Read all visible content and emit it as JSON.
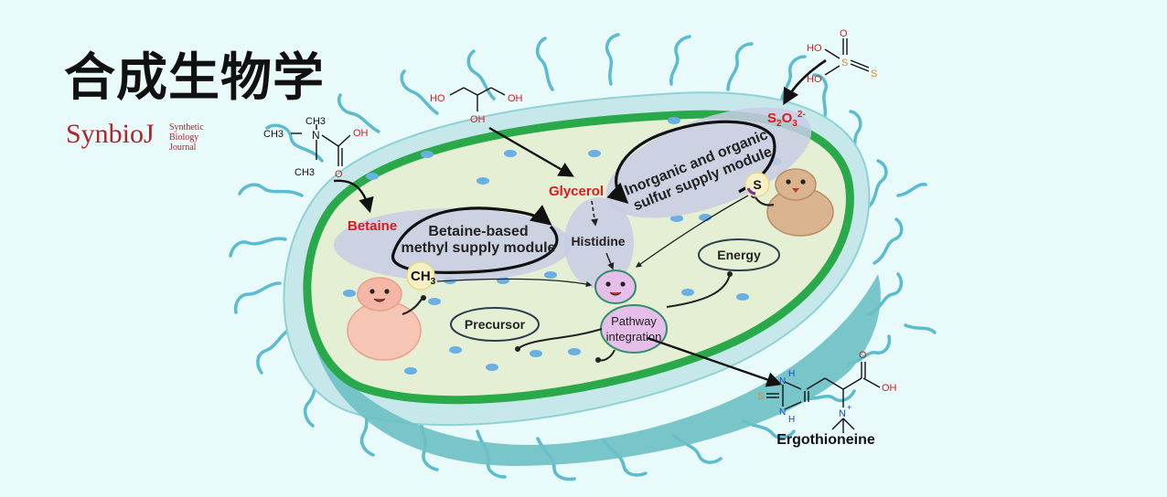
{
  "logo": {
    "title_cn": "合成生物学",
    "name_en": "SynbioJ",
    "sub": [
      "Synthetic",
      "Biology",
      "Journal"
    ]
  },
  "labels": {
    "betaine": "Betaine",
    "glycerol": "Glycerol",
    "histidine": "Histidine",
    "thiosulfate_main": "S",
    "thiosulfate_sub": "2",
    "thiosulfate_sub2": "O",
    "thiosulfate_sub3": "3",
    "thiosulfate_sup": "2-",
    "betaine_module_line1": "Betaine-based",
    "betaine_module_line2": "methyl supply module",
    "sulfur_module_line1": "Inorganic and organic",
    "sulfur_module_line2": "sulfur supply module",
    "methyl_group": "CH",
    "methyl_sub": "3",
    "sulfur_atom": "S",
    "energy": "Energy",
    "precursor": "Precursor",
    "pathway_line1": "Pathway",
    "pathway_line2": "integration",
    "product": "Ergothioneine"
  },
  "structures": {
    "betaine": {
      "n_methyls": [
        "CH3",
        "CH3",
        "CH3"
      ],
      "n": "N",
      "oh": "OH",
      "o": "O"
    },
    "glycerol": {
      "ho_left": "HO",
      "oh_right": "OH",
      "oh_bottom": "OH"
    },
    "thiosulfate": {
      "ho_top": "HO",
      "ho_bottom": "HO",
      "s_center": "S",
      "s_side": "S",
      "o": "O"
    },
    "ergothioneine": {
      "nh_top": "H",
      "n_top": "N",
      "nh_bottom": "H",
      "n_bottom": "N",
      "s": "S",
      "o": "O",
      "oh": "OH",
      "n_plus": "N",
      "plus": "+"
    }
  },
  "colors": {
    "background": "#e9fafb",
    "cell_fill": "#e4efd3",
    "membrane": "#29a94a",
    "outer_wall": "#c6e8ea",
    "flagella": "#5bbcd0",
    "module_highlight": "#c8cde4",
    "red_label": "#e0191e",
    "logo_red": "#b3232d"
  },
  "icons": [
    "arrow",
    "dashed-arrow",
    "mascot-character"
  ]
}
